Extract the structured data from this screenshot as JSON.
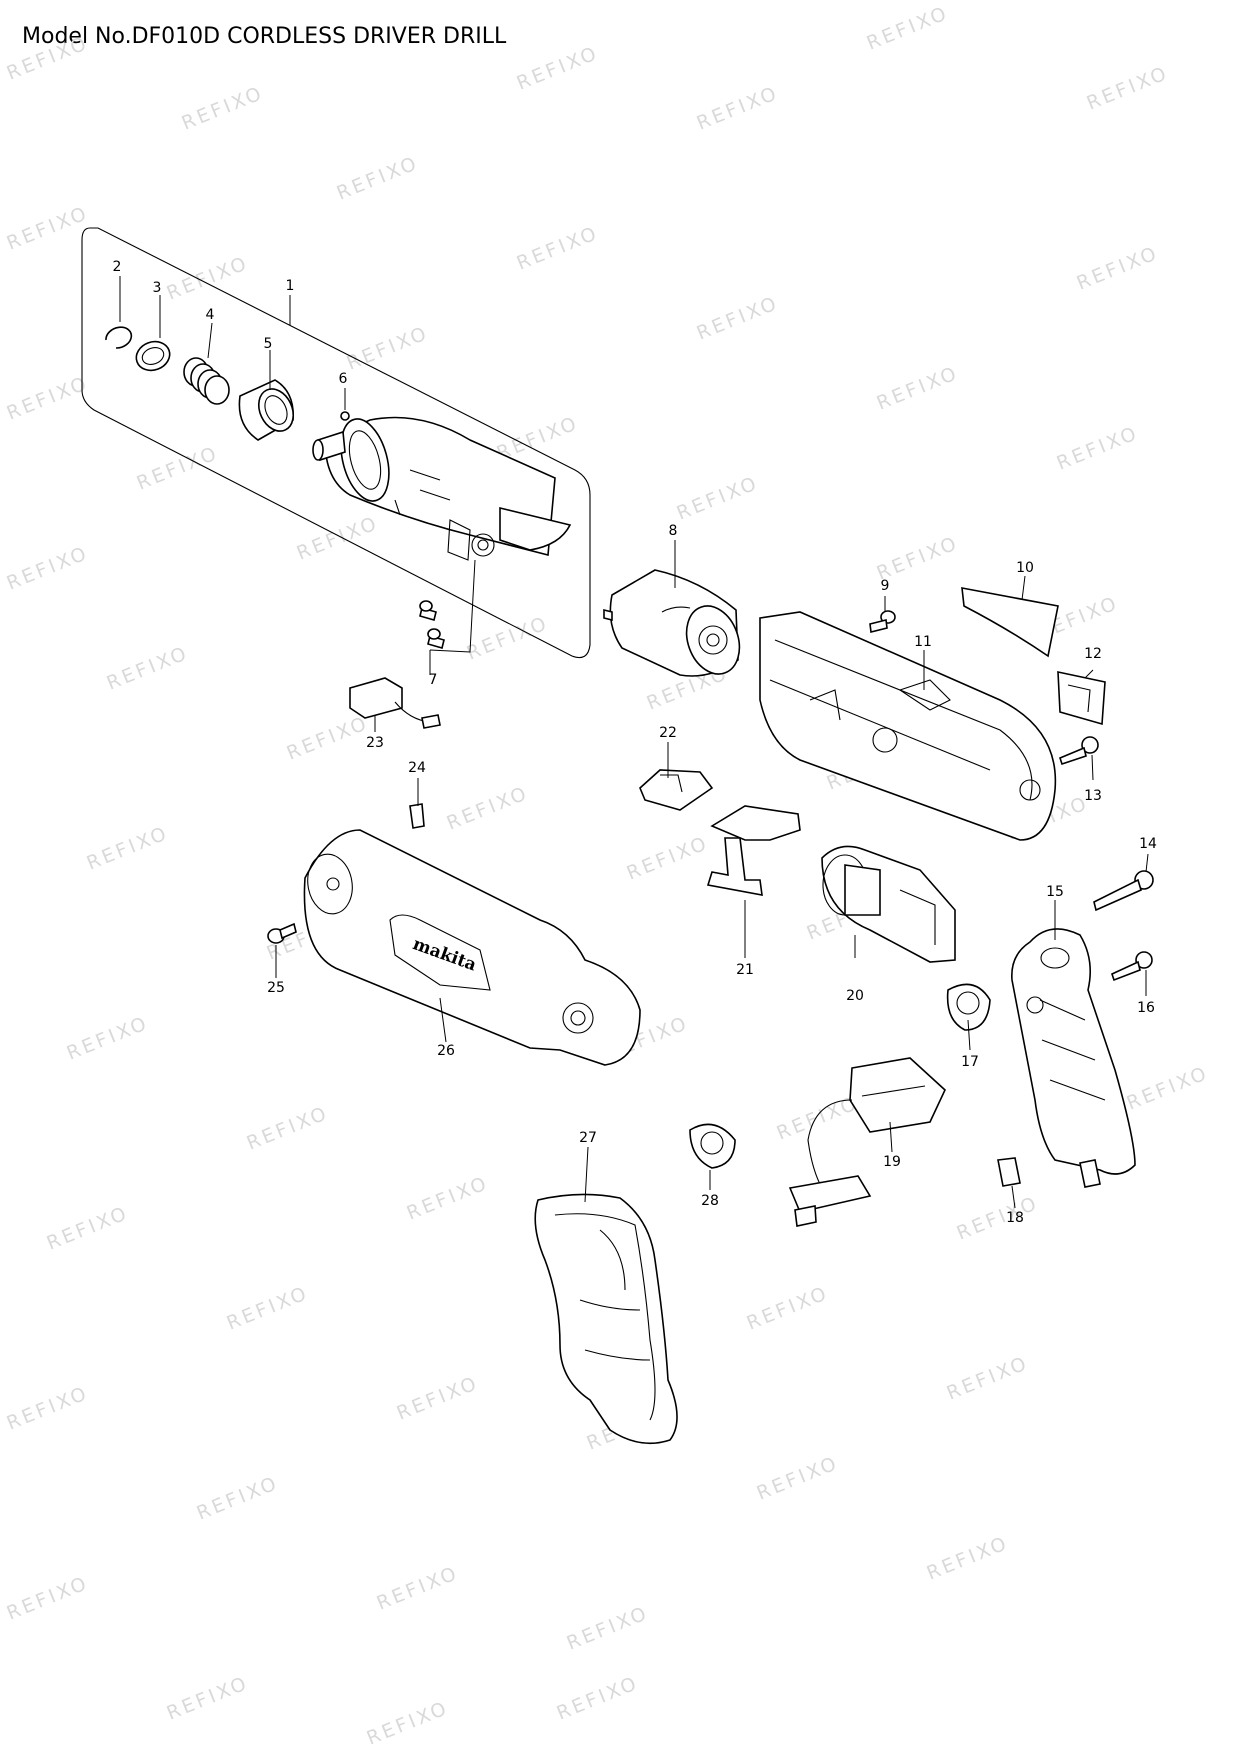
{
  "title": "Model No.DF010D CORDLESS DRIVER DRILL",
  "watermark": "REFIXO",
  "brand_logo": "makita",
  "parts": [
    {
      "id": "1"
    },
    {
      "id": "2"
    },
    {
      "id": "3"
    },
    {
      "id": "4"
    },
    {
      "id": "5"
    },
    {
      "id": "6"
    },
    {
      "id": "7"
    },
    {
      "id": "8"
    },
    {
      "id": "9"
    },
    {
      "id": "10"
    },
    {
      "id": "11"
    },
    {
      "id": "12"
    },
    {
      "id": "13"
    },
    {
      "id": "14"
    },
    {
      "id": "15"
    },
    {
      "id": "16"
    },
    {
      "id": "17"
    },
    {
      "id": "18"
    },
    {
      "id": "19"
    },
    {
      "id": "20"
    },
    {
      "id": "21"
    },
    {
      "id": "22"
    },
    {
      "id": "23"
    },
    {
      "id": "24"
    },
    {
      "id": "25"
    },
    {
      "id": "26"
    },
    {
      "id": "27"
    },
    {
      "id": "28"
    }
  ]
}
